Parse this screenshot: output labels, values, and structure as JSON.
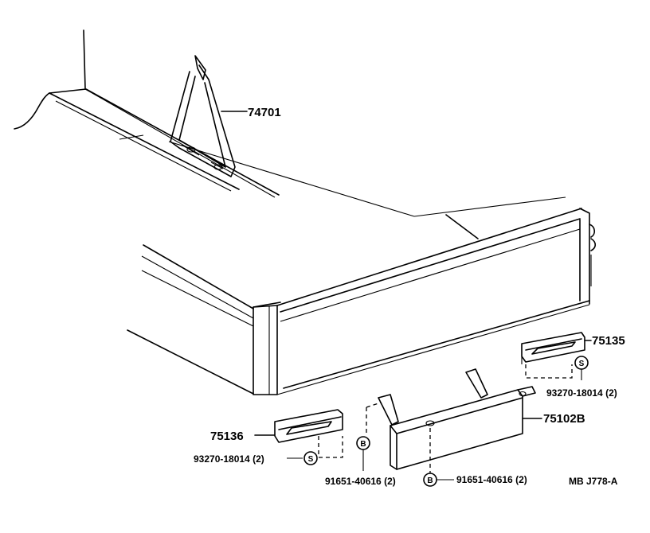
{
  "parts": {
    "p74701": "74701",
    "p75135": "75135",
    "p75136": "75136",
    "p75102b": "75102B"
  },
  "fasteners": {
    "f_right": "93270-18014 (2)",
    "f_left": "93270-18014 (2)",
    "b_left": "91651-40616 (2)",
    "b_right": "91651-40616 (2)"
  },
  "badges": {
    "s": "S",
    "b": "B"
  },
  "reference": "MB  J778-A"
}
